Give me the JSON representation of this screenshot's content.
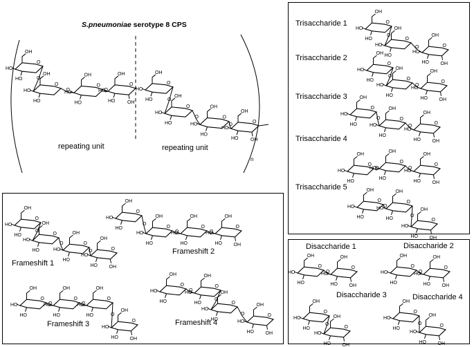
{
  "main_panel": {
    "title_species": "S.pneumoniae",
    "title_rest": " serotype 8 CPS",
    "repeat_label_left": "repeating unit",
    "repeat_label_right": "repeating unit",
    "subscript_n": "n"
  },
  "trisaccharides": {
    "items": [
      {
        "label": "Trisaccharide 1"
      },
      {
        "label": "Trisaccharide 2"
      },
      {
        "label": "Trisaccharide 3"
      },
      {
        "label": "Trisaccharide 4"
      },
      {
        "label": "Trisaccharide 5"
      }
    ]
  },
  "frameshifts": {
    "items": [
      {
        "label": "Frameshift 1"
      },
      {
        "label": "Frameshift 2"
      },
      {
        "label": "Frameshift 3"
      },
      {
        "label": "Frameshift 4"
      }
    ]
  },
  "disaccharides": {
    "items": [
      {
        "label": "Disaccharide 1"
      },
      {
        "label": "Disaccharide 2"
      },
      {
        "label": "Disaccharide 3"
      },
      {
        "label": "Disaccharide 4"
      }
    ]
  },
  "atom_labels": {
    "oxygen": "O",
    "hydroxyl": "HO",
    "hydroxyl_right": "OH",
    "carboxyl": "OH"
  }
}
